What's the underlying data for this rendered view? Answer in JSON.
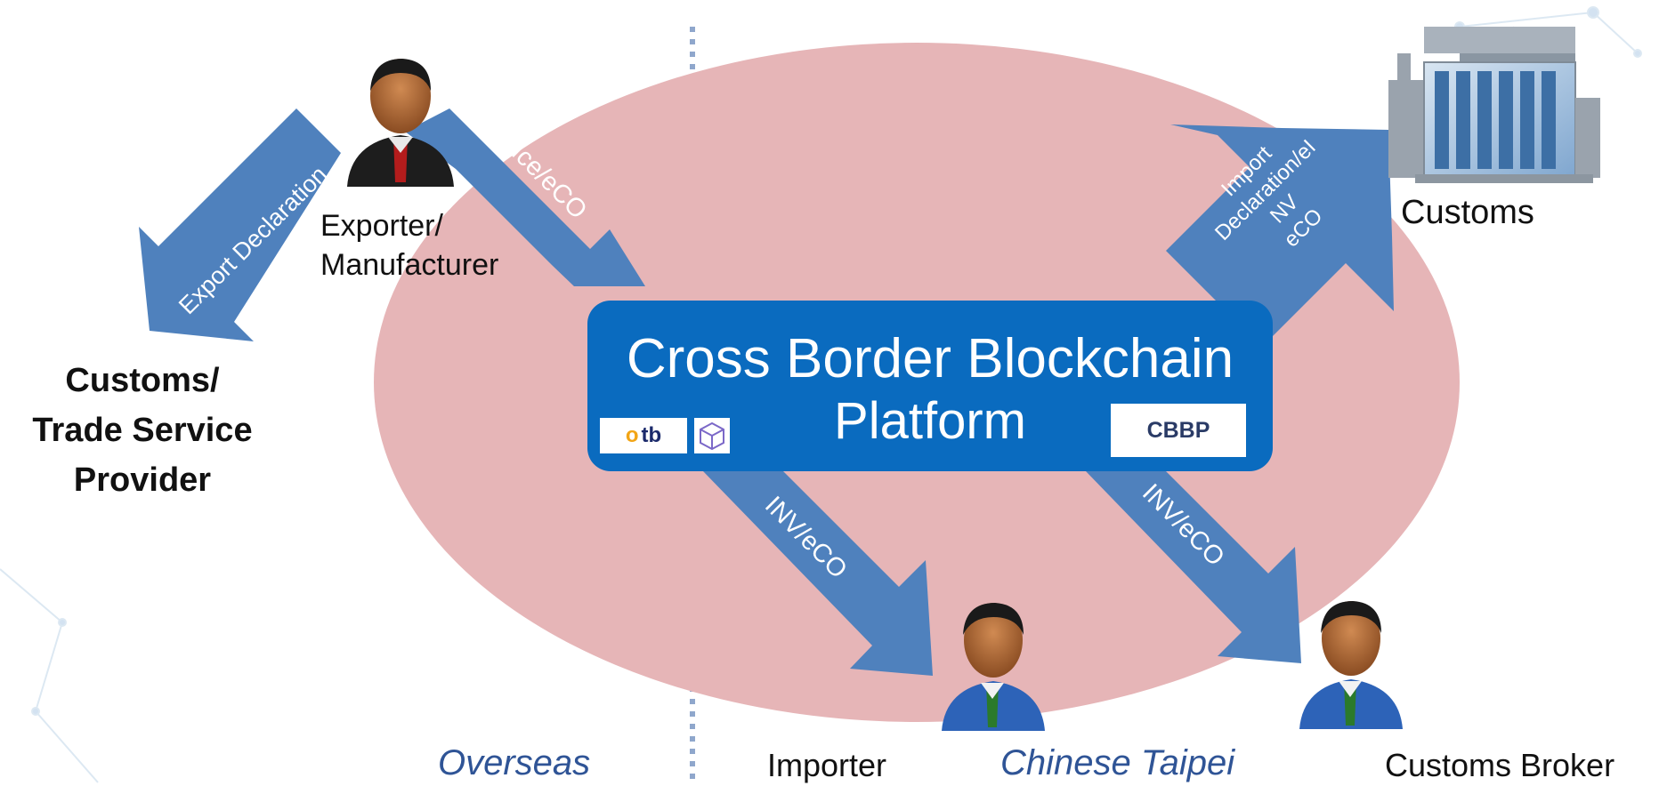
{
  "platform": {
    "title_line1": "Cross Border Blockchain",
    "title_line2": "Platform",
    "logo_otb_o": "o",
    "logo_otb_rest": "tb",
    "logo_cbbp": "CBBP"
  },
  "actors": {
    "exporter_line1": "Exporter/",
    "exporter_line2": "Manufacturer",
    "customs_provider_line1": "Customs/",
    "customs_provider_line2": "Trade Service",
    "customs_provider_line3": "Provider",
    "customs": "Customs",
    "importer": "Importer",
    "customs_broker": "Customs Broker"
  },
  "regions": {
    "overseas": "Overseas",
    "chinese_taipei": "Chinese Taipei"
  },
  "arrows": {
    "export_declaration": "Export Declaration",
    "invoice_eco": "Invoice/eCO",
    "import_line1": "Import",
    "import_line2": "Declaration/eI",
    "import_line3": "NV",
    "import_line4": "eCO",
    "inv_eco_importer": "INV/eCO",
    "inv_eco_broker": "INV/eCO"
  },
  "colors": {
    "ellipse": "#e6b5b7",
    "arrow": "#4f81bd",
    "platform": "#0a6bbf",
    "region_text": "#2f5496",
    "divider": "#8fa7cc"
  }
}
